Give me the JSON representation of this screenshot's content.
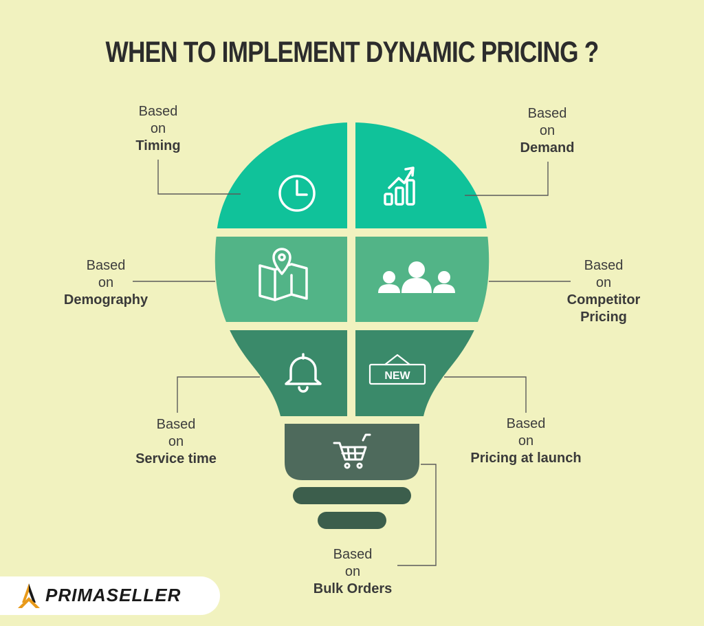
{
  "title": "WHEN TO IMPLEMENT DYNAMIC PRICING ?",
  "colors": {
    "background": "#f1f2bf",
    "row1": "#10c29a",
    "row2": "#52b487",
    "row3": "#3a8a6a",
    "socket": "#4e6a5c",
    "base": "#3c5e4c",
    "connector": "#5a5a5a"
  },
  "labels": {
    "timing": {
      "line1": "Based",
      "line2": "on",
      "bold": "Timing",
      "icon": "clock-icon"
    },
    "demand": {
      "line1": "Based",
      "line2": "on",
      "bold": "Demand",
      "icon": "growth-chart-icon"
    },
    "demography": {
      "line1": "Based",
      "line2": "on",
      "bold": "Demography",
      "icon": "map-pin-icon"
    },
    "competitor": {
      "line1": "Based",
      "line2": "on",
      "bold": "Competitor",
      "bold2": "Pricing",
      "icon": "group-people-icon"
    },
    "service": {
      "line1": "Based",
      "line2": "on",
      "bold": "Service time",
      "icon": "bell-icon"
    },
    "launch": {
      "line1": "Based",
      "line2": "on",
      "bold": "Pricing at launch",
      "icon": "new-sign-icon"
    },
    "bulk": {
      "line1": "Based",
      "line2": "on",
      "bold": "Bulk Orders",
      "icon": "shopping-cart-icon"
    }
  },
  "new_sign_text": "NEW",
  "logo": {
    "text": "PRIMASELLER"
  }
}
